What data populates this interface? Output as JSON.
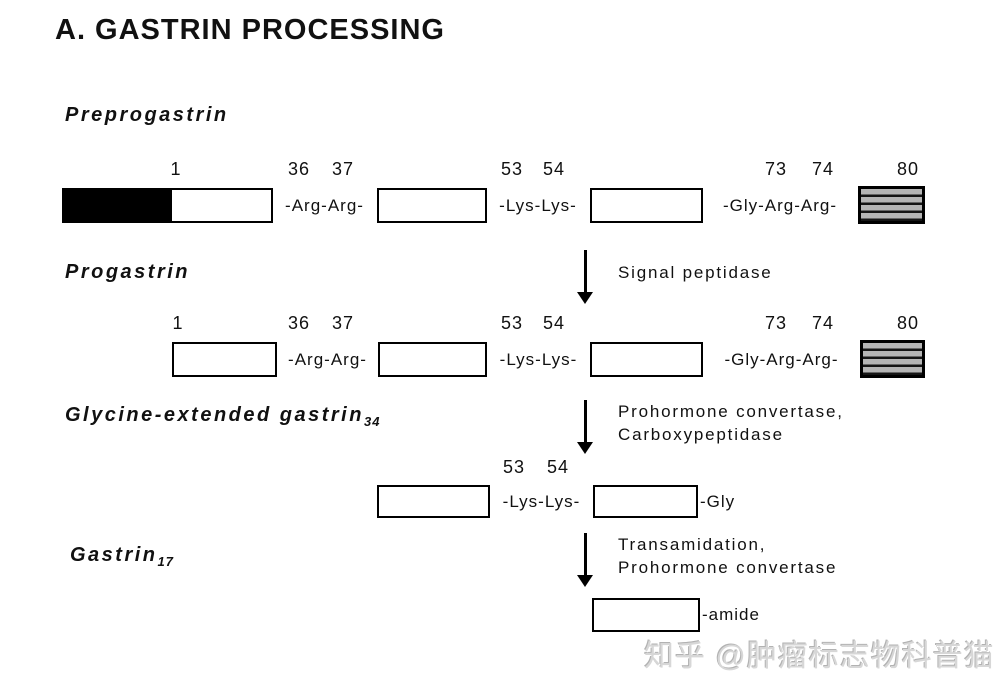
{
  "title": "A. GASTRIN PROCESSING",
  "watermark": "知乎 @肿瘤标志物科普猫",
  "stages": {
    "preprogastrin": "Preprogastrin",
    "progastrin": "Progastrin",
    "glycine_extended": "Glycine-extended gastrin",
    "glycine_extended_sub": "34",
    "gastrin": "Gastrin",
    "gastrin_sub": "17"
  },
  "row1": {
    "numbers": [
      "1",
      "36",
      "37",
      "53",
      "54",
      "73",
      "74",
      "80"
    ],
    "linkers": [
      "-Arg-Arg-",
      "-Lys-Lys-",
      "-Gly-Arg-Arg-"
    ]
  },
  "row2": {
    "numbers": [
      "1",
      "36",
      "37",
      "53",
      "54",
      "73",
      "74",
      "80"
    ],
    "linkers": [
      "-Arg-Arg-",
      "-Lys-Lys-",
      "-Gly-Arg-Arg-"
    ]
  },
  "row3": {
    "numbers": [
      "53",
      "54"
    ],
    "linker": "-Lys-Lys-",
    "suffix": "-Gly"
  },
  "row4": {
    "suffix": "-amide"
  },
  "steps": {
    "s1_line1": "Signal peptidase",
    "s2_line1": "Prohormone convertase,",
    "s2_line2": "Carboxypeptidase",
    "s3_line1": "Transamidation,",
    "s3_line2": "Prohormone convertase"
  }
}
